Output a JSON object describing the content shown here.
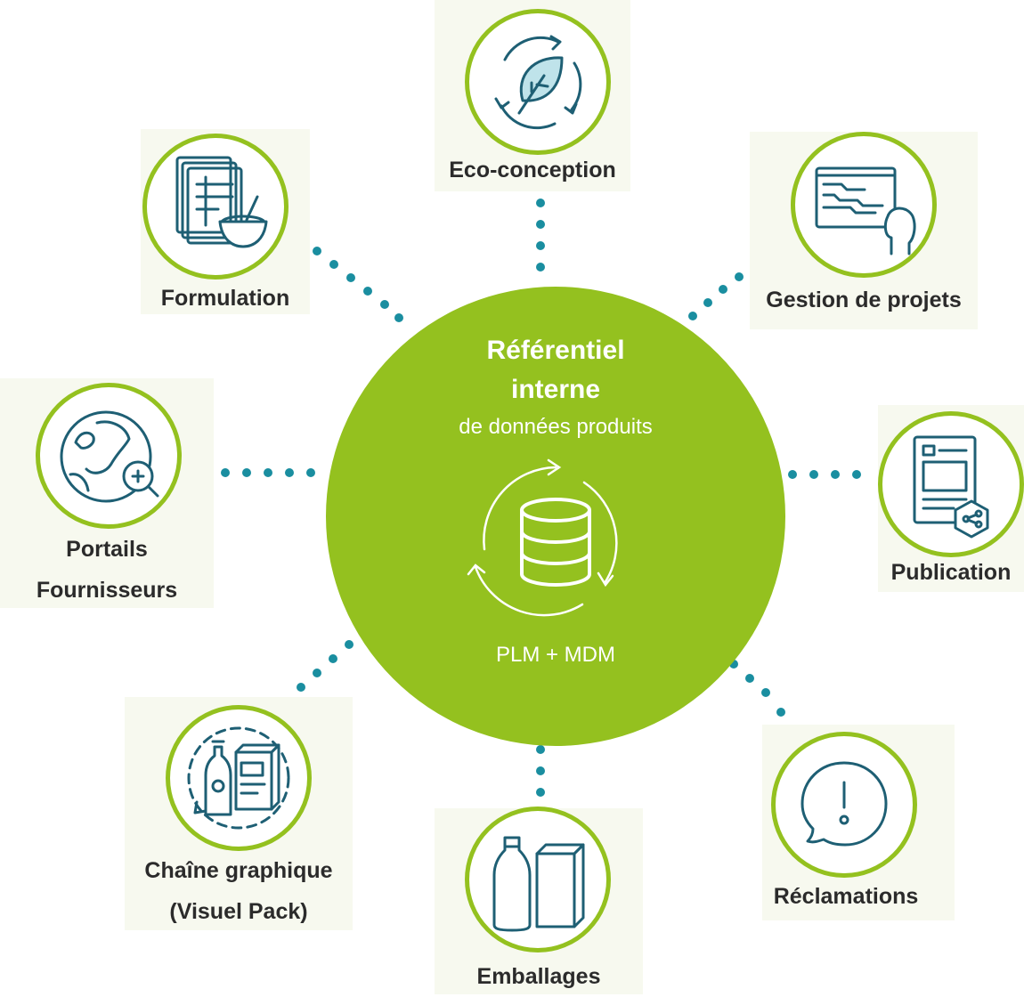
{
  "center": {
    "title_line1": "Référentiel",
    "title_line2": "interne",
    "subtitle": "de données produits",
    "footer": "PLM + MDM",
    "icon": "database-sync-icon"
  },
  "nodes": {
    "eco": {
      "label": "Eco-conception",
      "icon": "leaf-cycle-icon"
    },
    "formulation": {
      "label": "Formulation",
      "icon": "recipe-bowl-icon"
    },
    "gestion": {
      "label": "Gestion de projets",
      "icon": "project-screen-icon"
    },
    "portails": {
      "label_line1": "Portails",
      "label_line2": "Fournisseurs",
      "icon": "globe-search-icon"
    },
    "publication": {
      "label": "Publication",
      "icon": "document-share-icon"
    },
    "chaine": {
      "label_line1": "Chaîne graphique",
      "label_line2": "(Visuel Pack)",
      "icon": "pack-visual-icon"
    },
    "emballages": {
      "label": "Emballages",
      "icon": "bottle-box-icon"
    },
    "reclamations": {
      "label": "Réclamations",
      "icon": "alert-bubble-icon"
    }
  },
  "colors": {
    "green": "#94c11f",
    "teal": "#1e5f74",
    "dot": "#1a8ea0",
    "panel": "#f7f9ef",
    "text": "#2b2b2b"
  }
}
